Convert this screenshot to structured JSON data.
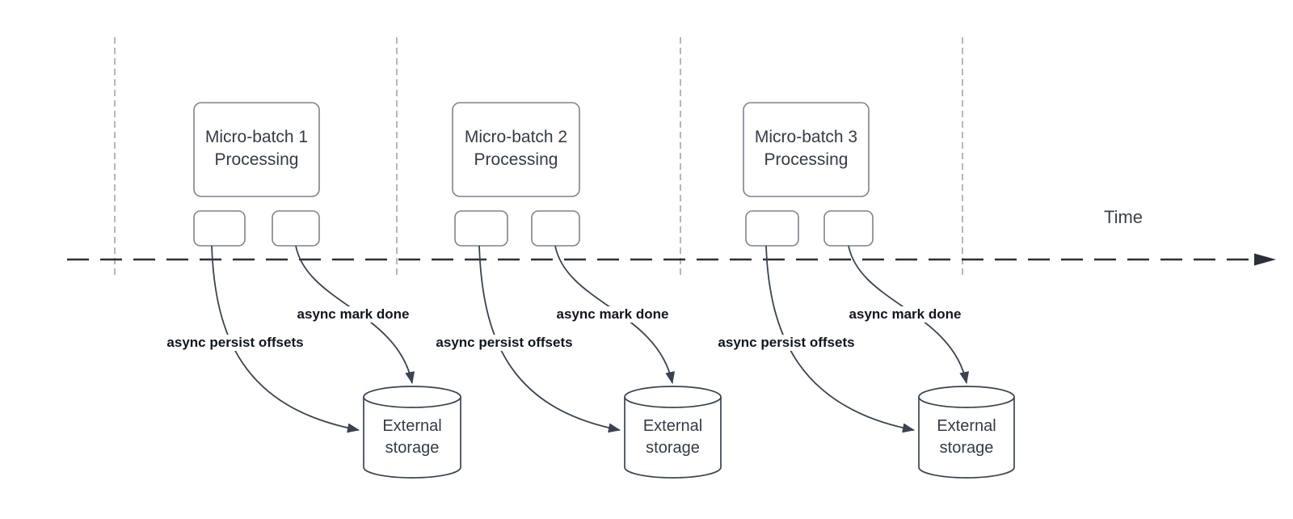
{
  "timeline": {
    "label": "Time"
  },
  "batches": [
    {
      "title_line1": "Micro-batch 1",
      "title_line2": "Processing",
      "persist_label": "async persist offsets",
      "done_label": "async mark done",
      "storage_line1": "External",
      "storage_line2": "storage"
    },
    {
      "title_line1": "Micro-batch 2",
      "title_line2": "Processing",
      "persist_label": "async persist offsets",
      "done_label": "async mark done",
      "storage_line1": "External",
      "storage_line2": "storage"
    },
    {
      "title_line1": "Micro-batch 3",
      "title_line2": "Processing",
      "persist_label": "async persist offsets",
      "done_label": "async mark done",
      "storage_line1": "External",
      "storage_line2": "storage"
    }
  ],
  "colors": {
    "background": "#ffffff",
    "time_axis": "#2c3036",
    "vertical_guides": "#b4b7ba",
    "box_stroke": "#7f848a",
    "flow_stroke": "#3b4350",
    "node_text": "#343b46",
    "async_label_text": "#10161f"
  }
}
